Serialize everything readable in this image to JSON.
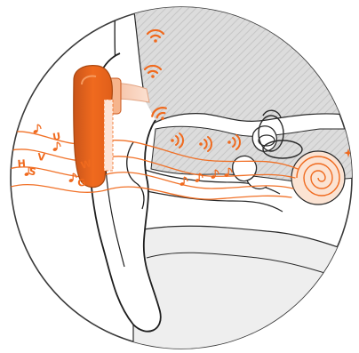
{
  "diagram": {
    "subject": "bone-conduction-headphone",
    "colors": {
      "accent": "#f06a1e",
      "accent_dark": "#c9551a",
      "accent_light": "#f6b48c",
      "skin_tint": "#f2cdb6",
      "bone_gray": "#d9d9d9",
      "bone_hatch": "#c4c4c4",
      "line": "#1e1e1e",
      "background": "#ffffff"
    },
    "icons": {
      "wifi": "wifi-icon",
      "vibration": "vibration-arcs-icon",
      "music": "music-note-icon",
      "sparkle": "sparkle-icon"
    },
    "letters": [
      "U",
      "V",
      "H",
      "S",
      "W",
      "G"
    ]
  }
}
